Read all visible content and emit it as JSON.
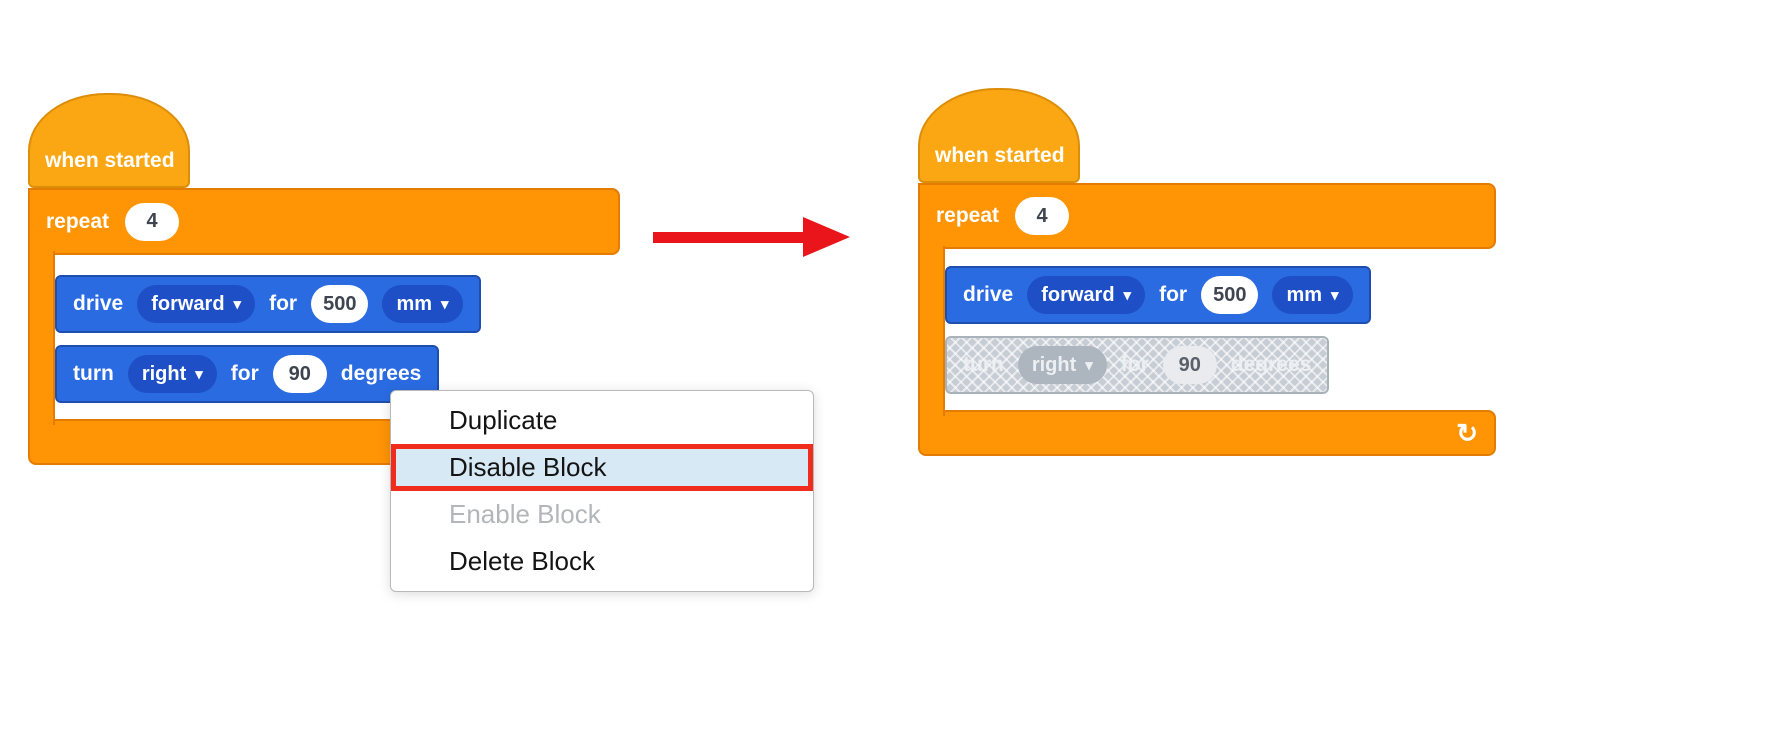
{
  "left_stack": {
    "when_started": "when started",
    "repeat": {
      "label": "repeat",
      "count": "4"
    },
    "drive": {
      "verb": "drive",
      "direction": "forward",
      "for_label": "for",
      "distance": "500",
      "unit": "mm"
    },
    "turn": {
      "verb": "turn",
      "direction": "right",
      "for_label": "for",
      "angle": "90",
      "unit_label": "degrees"
    }
  },
  "right_stack": {
    "when_started": "when started",
    "repeat": {
      "label": "repeat",
      "count": "4"
    },
    "drive": {
      "verb": "drive",
      "direction": "forward",
      "for_label": "for",
      "distance": "500",
      "unit": "mm"
    },
    "turn": {
      "verb": "turn",
      "direction": "right",
      "for_label": "for",
      "angle": "90",
      "unit_label": "degrees"
    }
  },
  "context_menu": {
    "items": [
      {
        "label": "Duplicate",
        "state": "normal"
      },
      {
        "label": "Disable Block",
        "state": "highlighted"
      },
      {
        "label": "Enable Block",
        "state": "disabled"
      },
      {
        "label": "Delete Block",
        "state": "normal"
      }
    ]
  },
  "icons": {
    "dropdown_arrow": "▾",
    "loop_arrow": "↻"
  },
  "colors": {
    "hat_block": "#FBA713",
    "c_block": "#FF9405",
    "motion_block": "#2A6BE2",
    "motion_field": "#1E4FC6",
    "disabled_block": "#C7CDD4",
    "menu_highlight_bg": "#D8E9F6",
    "highlight_border": "#F02C1C",
    "arrow": "#E9151B"
  }
}
